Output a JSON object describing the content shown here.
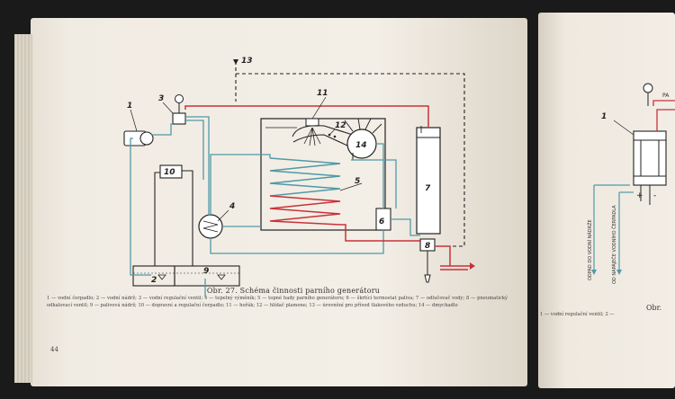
{
  "left_page": {
    "figure": {
      "labels": [
        "1",
        "2",
        "3",
        "4",
        "5",
        "6",
        "7",
        "8",
        "9",
        "10",
        "11",
        "12",
        "13",
        "14"
      ]
    },
    "caption_title": "Obr. 27. Schéma činnosti parního generátoru",
    "caption_body": "1 — vodní čerpadlo; 2 — vodní nádrž; 3 — vodní regulační ventil; 4 — tepelný výměník; 5 — topné hady parního generátoru; 6 — škrtící termostat paliva; 7 — odlučovač vody; 8 — pneumatický odkalovací ventil; 9 — palivová nádrž; 10 — dopravní a regulační čerpadlo; 11 — hořák; 12 — hlídač plamene; 13 — úrovnění pro přívod tlakového vzduchu; 14 — dmychadlo",
    "page_number": "44"
  },
  "right_page": {
    "label_1": "1",
    "top_label": "PA",
    "vertical_label_a": "ODPAD DO VODNÍ NÁDRŽE",
    "vertical_label_b": "OD NAPÁJEČE VODNÍHO ČERPADLA",
    "plus_sign": "+",
    "minus_sign": "-",
    "caption_title": "Obr.",
    "caption_body": "1 — vodní regulační ventil; 2 —"
  },
  "colors": {
    "water_line": "#4f9aa6",
    "steam_line": "#c8323a",
    "ink": "#222222"
  }
}
